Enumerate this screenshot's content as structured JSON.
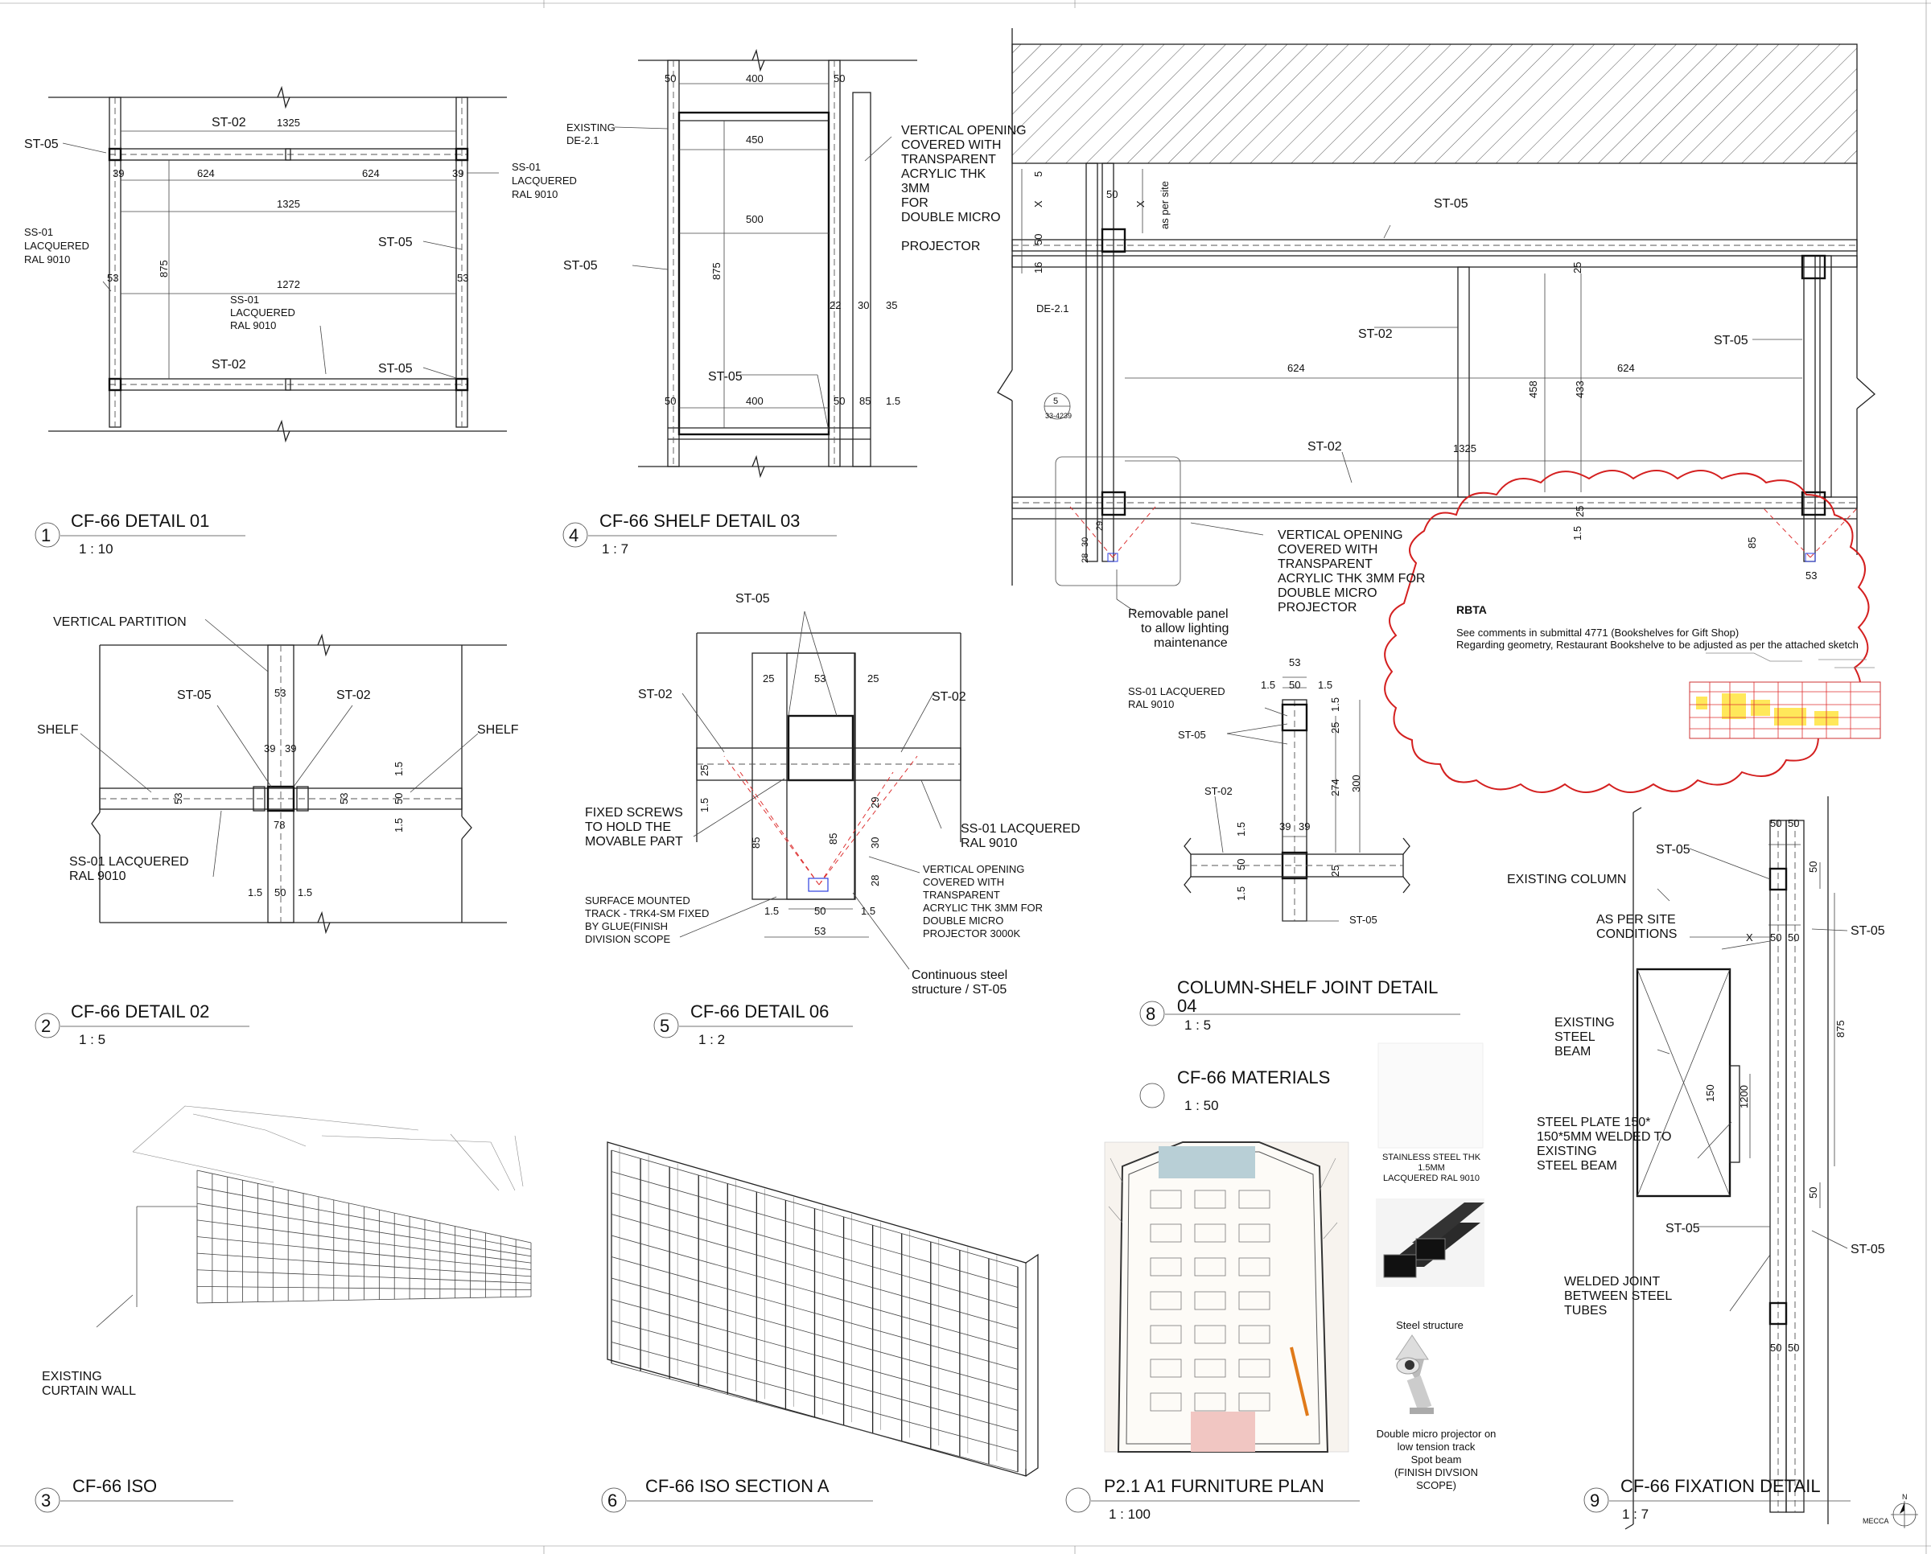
{
  "rbta": {
    "title": "RBTA",
    "line1": "See comments in submittal 4771 (Bookshelves for Gift Shop)",
    "line2": "Regarding geometry, Restaurant Bookshelve to be adjusted as per the attached sketch"
  },
  "views": {
    "v1": {
      "num": "1",
      "title": "CF-66 DETAIL 01",
      "scale": "1 : 10"
    },
    "v2": {
      "num": "2",
      "title": "CF-66 DETAIL 02",
      "scale": "1 : 5"
    },
    "v3": {
      "num": "3",
      "title": "CF-66 ISO"
    },
    "v4": {
      "num": "4",
      "title": "CF-66 SHELF DETAIL 03",
      "scale": "1 : 7"
    },
    "v5": {
      "num": "5",
      "title": "CF-66 DETAIL 06",
      "scale": "1 : 2"
    },
    "v6": {
      "num": "6",
      "title": "CF-66 ISO SECTION A"
    },
    "v8": {
      "num": "8",
      "title_l1": "COLUMN-SHELF JOINT DETAIL",
      "title_l2": "04",
      "scale": "1 : 5"
    },
    "vm": {
      "title": "CF-66 MATERIALS",
      "scale": "1 : 50"
    },
    "vp": {
      "title": "P2.1 A1  FURNITURE PLAN",
      "scale": "1 : 100"
    },
    "v9": {
      "num": "9",
      "title": "CF-66 FIXATION DETAIL",
      "scale": "1 : 7"
    }
  },
  "d1": {
    "st05a": "ST-05",
    "st02a": "ST-02",
    "d1325a": "1325",
    "d39a": "39",
    "d624a": "624",
    "d624b": "624",
    "d39b": "39",
    "ss01r_1": "SS-01",
    "ss01r_2": "LACQUERED",
    "ss01r_3": "RAL 9010",
    "ss01l_1": "SS-01",
    "ss01l_2": "LACQUERED",
    "ss01l_3": "RAL 9010",
    "d1325b": "1325",
    "st05b": "ST-05",
    "d53a": "53",
    "d875": "875",
    "d1272": "1272",
    "d53b": "53",
    "ss01m_1": "SS-01",
    "ss01m_2": "LACQUERED",
    "ss01m_3": "RAL 9010",
    "st02b": "ST-02",
    "st05c": "ST-05"
  },
  "d4": {
    "d50a": "50",
    "d400a": "400",
    "d50b": "50",
    "exist_1": "EXISTING",
    "exist_2": "DE-2.1",
    "d450": "450",
    "d500": "500",
    "d875": "875",
    "vo_1": "VERTICAL OPENING",
    "vo_2": "COVERED WITH",
    "vo_3": "TRANSPARENT",
    "vo_4": "ACRYLIC THK",
    "vo_5": "3MM",
    "vo_6": "FOR",
    "vo_7": "DOUBLE MICRO",
    "vo_8": "PROJECTOR",
    "st05a": "ST-05",
    "d22": "22",
    "d30": "30",
    "d35": "35",
    "st05b": "ST-05",
    "d50c": "50",
    "d400b": "400",
    "d50d": "50",
    "d85": "85",
    "d15": "1.5"
  },
  "d7": {
    "d5": "5",
    "dx1": "X",
    "d50a": "50",
    "dx2": "X",
    "aps": "as per site",
    "d50b": "50",
    "d16": "16",
    "de21": "DE-2.1",
    "st05a": "ST-05",
    "d25a": "25",
    "st02a": "ST-02",
    "st05b": "ST-05",
    "d624a": "624",
    "d624b": "624",
    "d458": "458",
    "d433": "433",
    "d1325": "1325",
    "st02b": "ST-02",
    "ref_top": "5",
    "ref_bot": "33-4239",
    "d28": "28",
    "d30": "30",
    "d29": "29",
    "d25b": "25",
    "d15": "1.5",
    "d85": "85",
    "d53": "53",
    "vo_1": "VERTICAL OPENING",
    "vo_2": "COVERED WITH",
    "vo_3": "TRANSPARENT",
    "vo_4": "ACRYLIC THK 3MM FOR",
    "vo_5": "DOUBLE MICRO",
    "vo_6": "PROJECTOR",
    "rp_1": "Removable panel",
    "rp_2": "to allow lighting",
    "rp_3": "maintenance"
  },
  "d2": {
    "vp": "VERTICAL PARTITION",
    "st05": "ST-05",
    "d53a": "53",
    "st02": "ST-02",
    "shelf_l": "SHELF",
    "shelf_r": "SHELF",
    "d39a": "39",
    "d39b": "39",
    "d53b": "53",
    "d53c": "53",
    "d15a": "1.5",
    "d50a": "50",
    "d15b": "1.5",
    "d78": "78",
    "ss_1": "SS-01 LACQUERED",
    "ss_2": "RAL 9010",
    "d15c": "1.5",
    "d50b": "50",
    "d15d": "1.5"
  },
  "d5": {
    "st05": "ST-05",
    "d25a": "25",
    "d53a": "53",
    "d25b": "25",
    "st02a": "ST-02",
    "st02b": "ST-02",
    "d25c": "25",
    "d15a": "1.5",
    "d29": "29",
    "d85a": "85",
    "d85b": "85",
    "d30": "30",
    "d28": "28",
    "fs_1": "FIXED SCREWS",
    "fs_2": "TO HOLD THE",
    "fs_3": "MOVABLE PART",
    "ss_1": "SS-01 LACQUERED",
    "ss_2": "RAL 9010",
    "vo_1": "VERTICAL OPENING",
    "vo_2": "COVERED WITH",
    "vo_3": "TRANSPARENT",
    "vo_4": "ACRYLIC THK 3MM FOR",
    "vo_5": "DOUBLE MICRO",
    "vo_6": "PROJECTOR 3000K",
    "sm_1": "SURFACE MOUNTED",
    "sm_2": "TRACK - TRK4-SM FIXED",
    "sm_3": "BY GLUE(FINISH",
    "sm_4": "DIVISION SCOPE",
    "d15b": "1.5",
    "d50": "50",
    "d15c": "1.5",
    "d53b": "53",
    "cs_1": "Continuous steel",
    "cs_2": "structure / ST-05"
  },
  "d8": {
    "d53a": "53",
    "d15a": "1.5",
    "d50a": "50",
    "d15b": "1.5",
    "ss_1": "SS-01 LACQUERED",
    "ss_2": "RAL 9010",
    "st05a": "ST-05",
    "d25a": "25",
    "d15c": "1.5",
    "d300": "300",
    "d274": "274",
    "st02": "ST-02",
    "d39a": "39",
    "d39b": "39",
    "d15d": "1.5",
    "d50b": "50",
    "d25b": "25",
    "d15e": "1.5",
    "st05b": "ST-05"
  },
  "d9": {
    "d50a": "50",
    "d50b": "50",
    "st05a": "ST-05",
    "d50c": "50",
    "ec": "EXISTING COLUMN",
    "aps_1": "AS PER SITE",
    "aps_2": "CONDITIONS",
    "dx": "X",
    "d50d": "50",
    "d50e": "50",
    "st05b": "ST-05",
    "d875": "875",
    "esb_1": "EXISTING",
    "esb_2": "STEEL",
    "esb_3": "BEAM",
    "d150": "150",
    "d1200": "1200",
    "sp_1": "STEEL PLATE 150*",
    "sp_2": "150*5MM WELDED TO",
    "sp_3": "EXISTING",
    "sp_4": "STEEL  BEAM",
    "d50f": "50",
    "st05c": "ST-05",
    "st05d": "ST-05",
    "wj_1": "WELDED JOINT",
    "wj_2": "BETWEEN STEEL",
    "wj_3": "TUBES",
    "d50g": "50",
    "d50h": "50"
  },
  "iso": {
    "cw_1": "EXISTING",
    "cw_2": "CURTAIN WALL"
  },
  "materials": {
    "m1_1": "STAINLESS STEEL THK",
    "m1_2": "1.5MM",
    "m1_3": "LACQUERED RAL 9010",
    "m2": "Steel structure",
    "m3_1": "Double micro projector on",
    "m3_2": "low tension track",
    "m3_3": "Spot beam",
    "m3_4": "(FINISH DIVSION",
    "m3_5": "SCOPE)"
  },
  "north": {
    "n": "N",
    "place": "MECCA"
  },
  "colors": {
    "cloud": "#d42020",
    "highlight": "#ffe85a",
    "redline": "#e03030",
    "orange": "#e07a1a"
  }
}
